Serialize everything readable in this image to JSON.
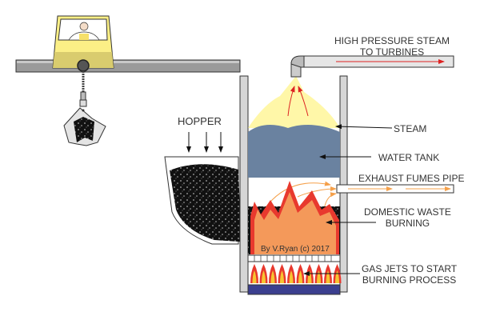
{
  "labels": {
    "steam_pipe_line1": "HIGH PRESSURE STEAM",
    "steam_pipe_line2": "TO TURBINES",
    "hopper": "HOPPER",
    "steam": "STEAM",
    "water_tank": "WATER TANK",
    "exhaust": "EXHAUST FUMES PIPE",
    "waste_line1": "DOMESTIC WASTE",
    "waste_line2": "BURNING",
    "gas_line1": "GAS JETS TO START",
    "gas_line2": "BURNING PROCESS",
    "credit": "By V.Ryan (c) 2017"
  },
  "colors": {
    "water": "#6a82a0",
    "steam": "#fff7a8",
    "flame_outer": "#e8392e",
    "flame_inner": "#f4995a",
    "arrow_orange": "#f5a04a",
    "base": "#3b3f8f",
    "cab": "#fbef86"
  }
}
